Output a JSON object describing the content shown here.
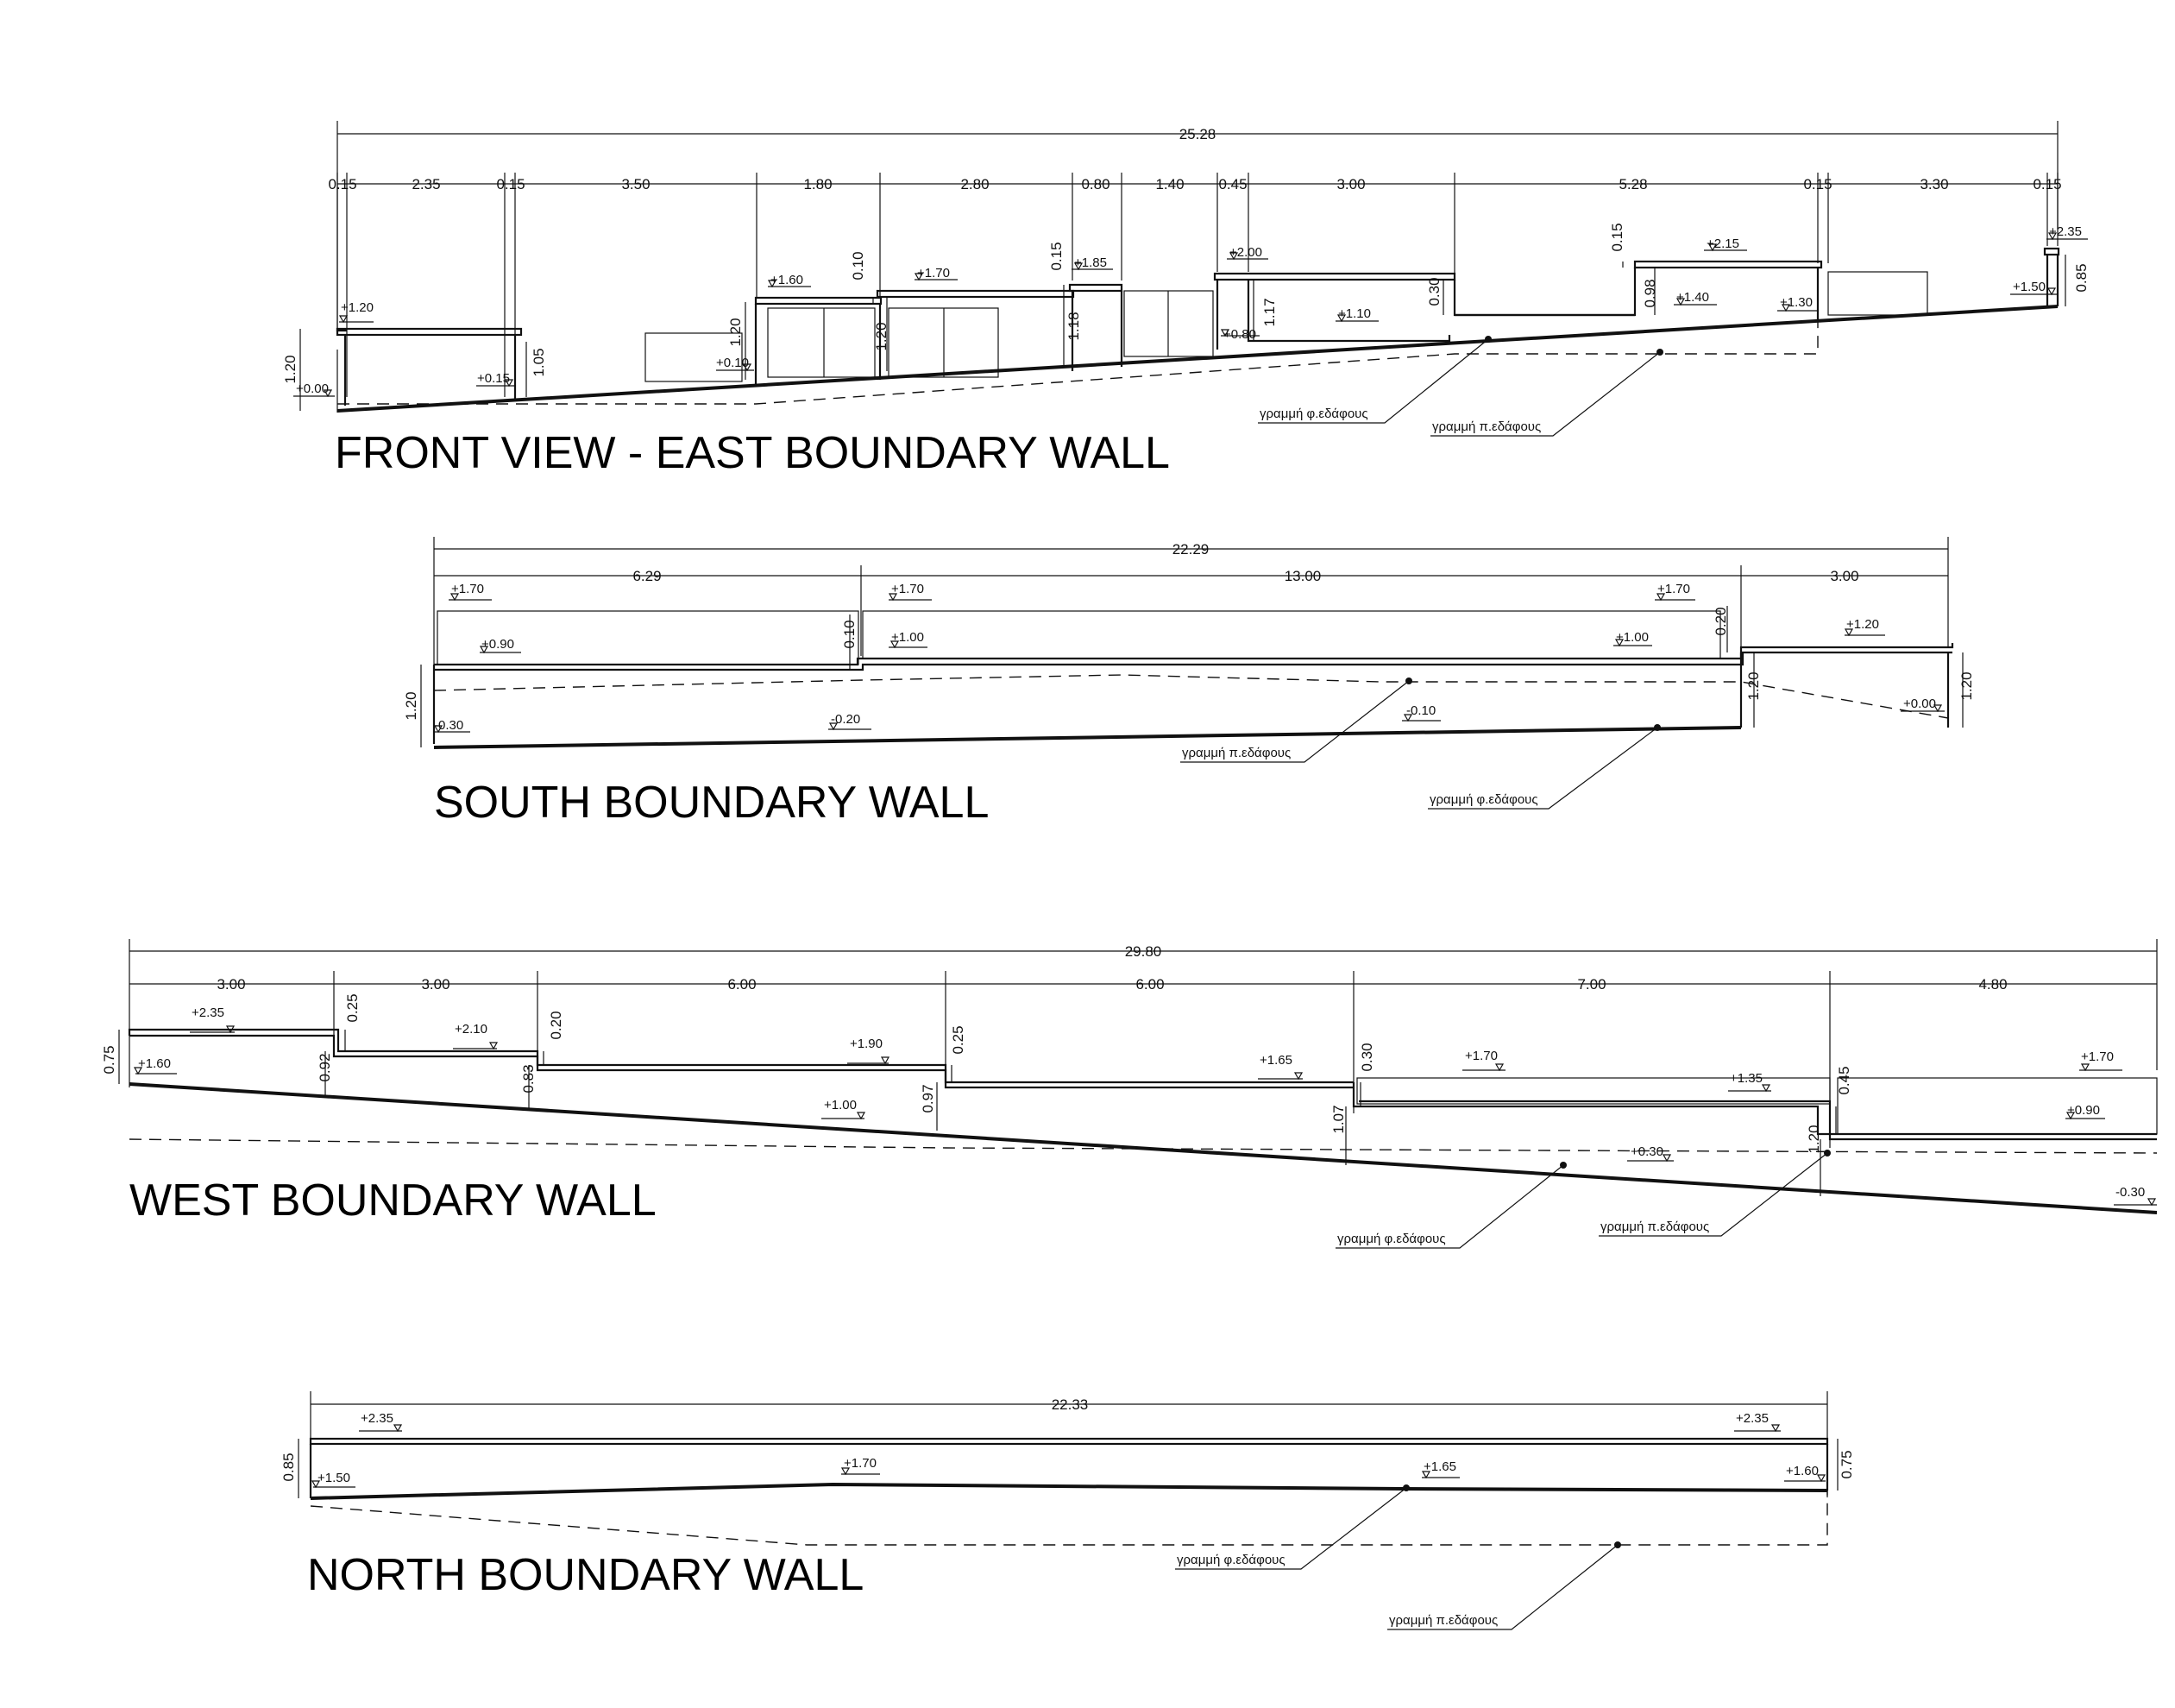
{
  "colors": {
    "ink": "#111111",
    "background": "#ffffff"
  },
  "ground_labels": {
    "finished": "γραμμή φ.εδάφους",
    "natural": "γραμμή π.εδάφους"
  },
  "east": {
    "title": "FRONT VIEW - EAST BOUNDARY WALL",
    "total": "25.28",
    "segments": [
      "0.15",
      "2.35",
      "0.15",
      "3.50",
      "1.80",
      "2.80",
      "0.80",
      "1.40",
      "0.45",
      "3.00",
      "5.28",
      "0.15",
      "3.30",
      "0.15"
    ],
    "levels": [
      "+1.20",
      "+0.00",
      "+0.15",
      "+0.10",
      "+1.60",
      "+1.70",
      "+1.85",
      "+2.00",
      "+0.80",
      "+1.10",
      "+2.15",
      "+1.40",
      "+1.30",
      "+2.35",
      "+1.50"
    ],
    "heights": [
      "1.20",
      "1.05",
      "1.20",
      "0.10",
      "1.20",
      "0.15",
      "1.18",
      "1.17",
      "0.30",
      "0.15",
      "0.98",
      "0.85"
    ]
  },
  "south": {
    "title": "SOUTH BOUNDARY WALL",
    "total": "22.29",
    "segments": [
      "6.29",
      "13.00",
      "3.00"
    ],
    "levels": [
      "+1.70",
      "+0.90",
      "+1.70",
      "+1.00",
      "+1.70",
      "+1.00",
      "+1.20",
      "-0.30",
      "-0.20",
      "-0.10",
      "+0.00"
    ],
    "heights": [
      "1.20",
      "0.10",
      "0.20",
      "1.20",
      "1.20"
    ]
  },
  "west": {
    "title": "WEST BOUNDARY WALL",
    "total": "29.80",
    "segments": [
      "3.00",
      "3.00",
      "6.00",
      "6.00",
      "7.00",
      "4.80"
    ],
    "levels": [
      "+2.35",
      "+1.60",
      "+2.10",
      "+1.90",
      "+1.00",
      "+1.65",
      "+1.70",
      "+1.35",
      "+1.70",
      "+0.90",
      "+0.30",
      "-0.30"
    ],
    "heights": [
      "0.75",
      "0.25",
      "0.92",
      "0.20",
      "0.83",
      "0.25",
      "0.97",
      "0.30",
      "1.07",
      "0.45",
      "1.20"
    ]
  },
  "north": {
    "title": "NORTH BOUNDARY WALL",
    "total": "22.33",
    "levels": [
      "+2.35",
      "+2.35",
      "+1.50",
      "+1.70",
      "+1.65",
      "+1.60"
    ],
    "heights": [
      "0.85",
      "0.75"
    ]
  }
}
